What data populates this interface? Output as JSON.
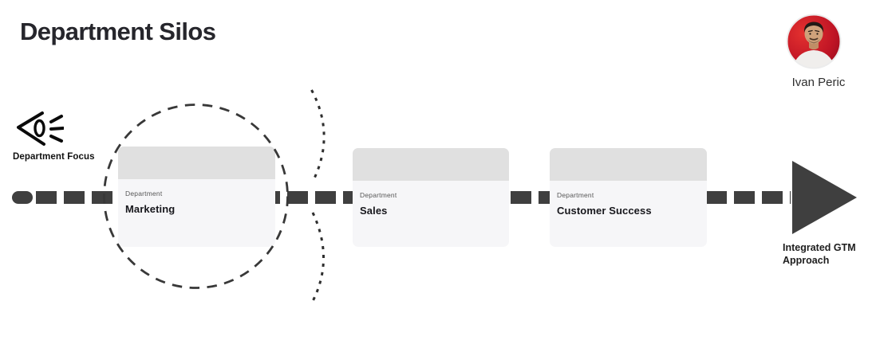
{
  "page": {
    "title": "Department Silos"
  },
  "profile": {
    "name": "Ivan Peric",
    "avatar_icon": "person-photo-avatar",
    "avatar_bg_color": "#c8102e"
  },
  "focus": {
    "label": "Department Focus",
    "icon": "eye-with-rays-icon"
  },
  "flow": {
    "cards": [
      {
        "category": "Department",
        "name": "Marketing",
        "highlighted": true
      },
      {
        "category": "Department",
        "name": "Sales",
        "highlighted": false
      },
      {
        "category": "Department",
        "name": "Customer Success",
        "highlighted": false
      }
    ],
    "arrow_label_lines": [
      "Integrated GTM",
      "Approach"
    ]
  },
  "colors": {
    "dash_line": "#3f3f3f",
    "card_header": "#e0e0e0",
    "card_body": "#f6f6f8",
    "title_text": "#26262c",
    "highlight_circle": "#383838",
    "avatar_red": "#c8102e"
  }
}
